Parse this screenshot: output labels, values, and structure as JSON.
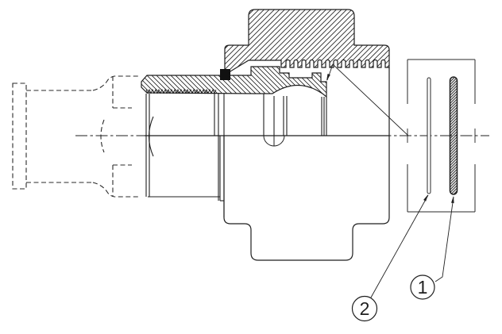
{
  "drawing": {
    "kind": "technical-section-drawing",
    "background_color": "#ffffff",
    "ink_color": "#1f1f1f",
    "balloons": [
      {
        "label": "1"
      },
      {
        "label": "2"
      }
    ]
  }
}
